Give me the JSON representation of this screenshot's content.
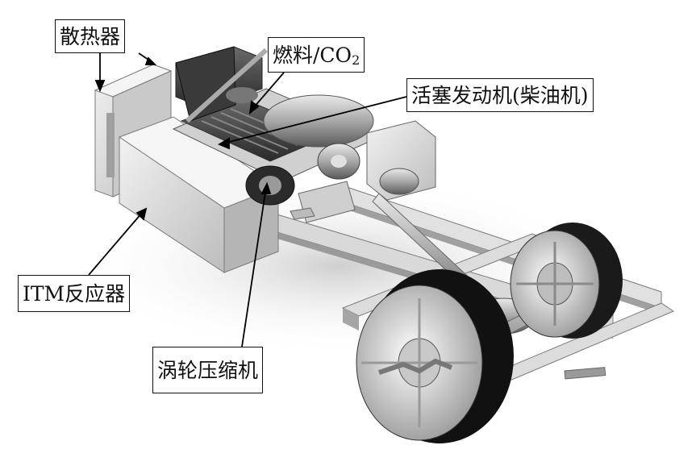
{
  "labels": {
    "radiator": "散热器",
    "fuel_main": "燃料/CO",
    "fuel_sub": "2",
    "engine": "活塞发动机(柴油机)",
    "itm_reactor": "ITM反应器",
    "turbo_compressor": "涡轮压缩机"
  },
  "colors": {
    "box_border": "#111111",
    "background": "#ffffff"
  }
}
